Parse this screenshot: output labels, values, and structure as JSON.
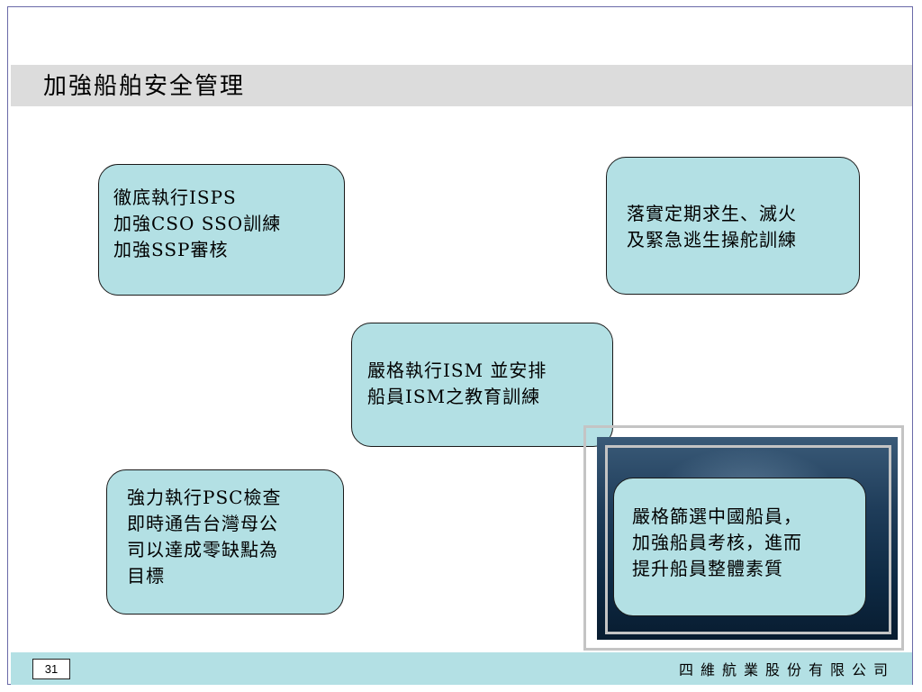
{
  "slide": {
    "title": "加強船舶安全管理",
    "page_number": "31",
    "company": "四維航業股份有限公司"
  },
  "boxes": {
    "isps": "徹底執行ISPS\n加強CSO SSO訓練\n加強SSP審核",
    "drills": "落實定期求生、滅火\n及緊急逃生操舵訓練",
    "ism": "嚴格執行ISM 並安排\n船員ISM之教育訓練",
    "psc": "強力執行PSC檢查\n即時通告台灣母公\n司以達成零缺點為\n目標",
    "crew": "嚴格篩選中國船員，\n加強船員考核，進而\n提升船員整體素質"
  },
  "colors": {
    "box_fill": "#b3e0e4",
    "title_bar": "#dcdcdc",
    "footer_bar": "#b3e0e4"
  }
}
